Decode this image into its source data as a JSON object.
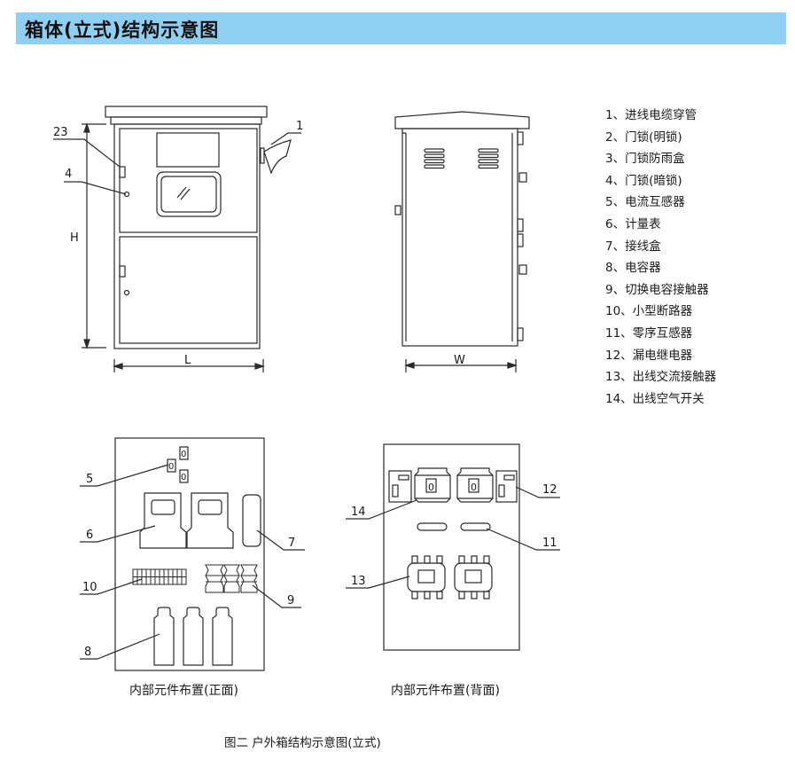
{
  "title": "箱体(立式)结构示意图",
  "dimension_labels": {
    "height": "H",
    "length": "L",
    "width": "W"
  },
  "callouts": {
    "front": [
      "1",
      "23",
      "4"
    ],
    "layout_front": [
      "5",
      "6",
      "7",
      "10",
      "9",
      "8"
    ],
    "layout_back": [
      "14",
      "12",
      "11",
      "13"
    ]
  },
  "component_symbols": {
    "lock": "0"
  },
  "legend": [
    "1、进线电缆穿管",
    "2、门锁(明锁)",
    "3、门锁防雨盒",
    "4、门锁(暗锁)",
    "5、电流互感器",
    "6、计量表",
    "7、接线盒",
    "8、电容器",
    "9、切换电容接触器",
    "10、小型断路器",
    "11、零序互感器",
    "12、漏电继电器",
    "13、出线交流接触器",
    "14、出线空气开关"
  ],
  "captions": {
    "front_layout": "内部元件布置(正面)",
    "back_layout": "内部元件布置(背面)",
    "figure": "图二   户外箱结构示意图(立式)"
  }
}
